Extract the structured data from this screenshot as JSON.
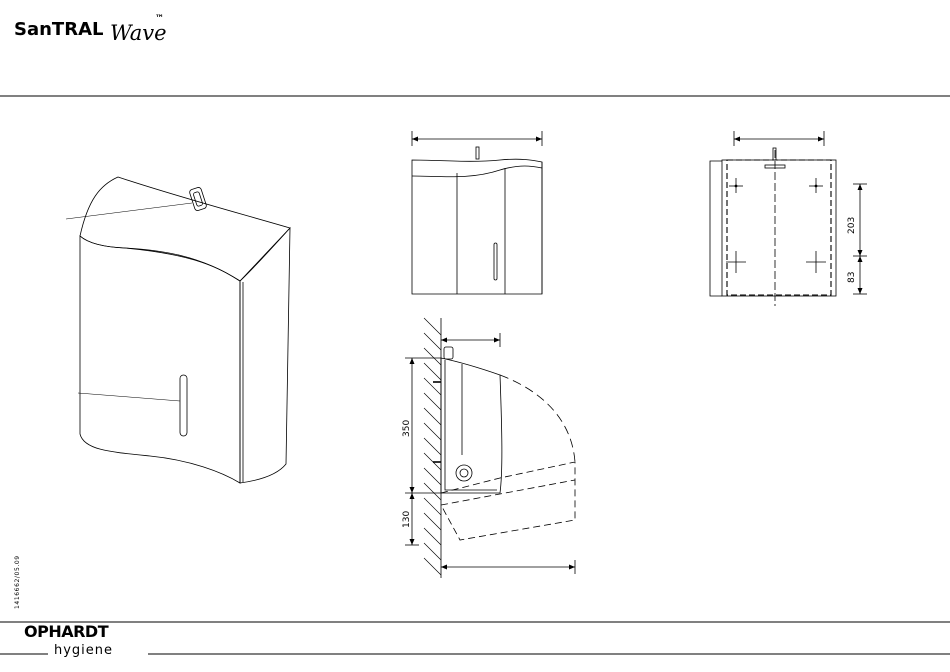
{
  "header": {
    "brand": "SanTRAL",
    "wave": "Wave",
    "tm": "™"
  },
  "side_view": {
    "dim_height": "350",
    "dim_clearance": "130"
  },
  "rear_view": {
    "dim_upper": "203",
    "dim_lower": "83"
  },
  "doc_code": "1416662/05.09",
  "footer": {
    "logo": "OPHARDT",
    "tagline": "hygiene"
  }
}
